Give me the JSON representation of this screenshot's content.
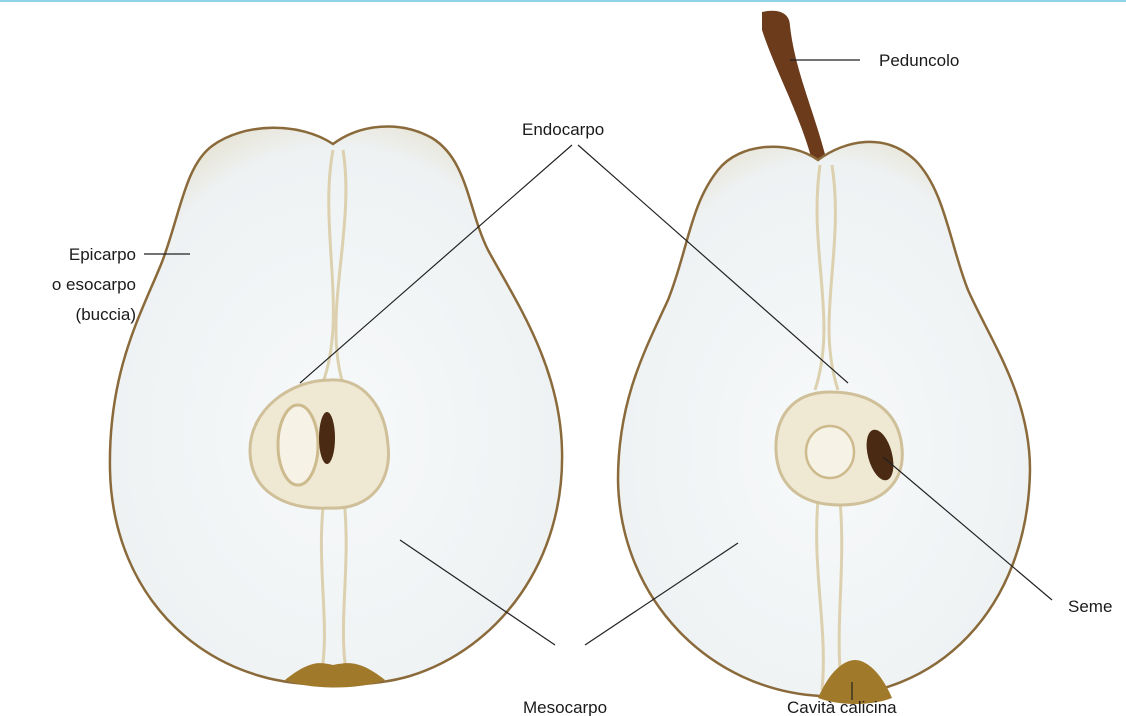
{
  "labels": {
    "peduncolo": "Peduncolo",
    "endocarpo": "Endocarpo",
    "epicarpo_line1": "Epicarpo",
    "epicarpo_line2": "o esocarpo",
    "epicarpo_line3": "(buccia)",
    "mesocarpo": "Mesocarpo",
    "cavita_calicina": "Cavità calicina",
    "seme": "Seme"
  },
  "colors": {
    "skin": "#8a6a3a",
    "flesh": "#f4f7f8",
    "core": "#e8dfc6",
    "seed": "#4a2a12",
    "stem": "#6b3b1c",
    "calyx": "#a07a2a",
    "leader_line": "#222222",
    "top_rule": "#8fd3e6"
  }
}
